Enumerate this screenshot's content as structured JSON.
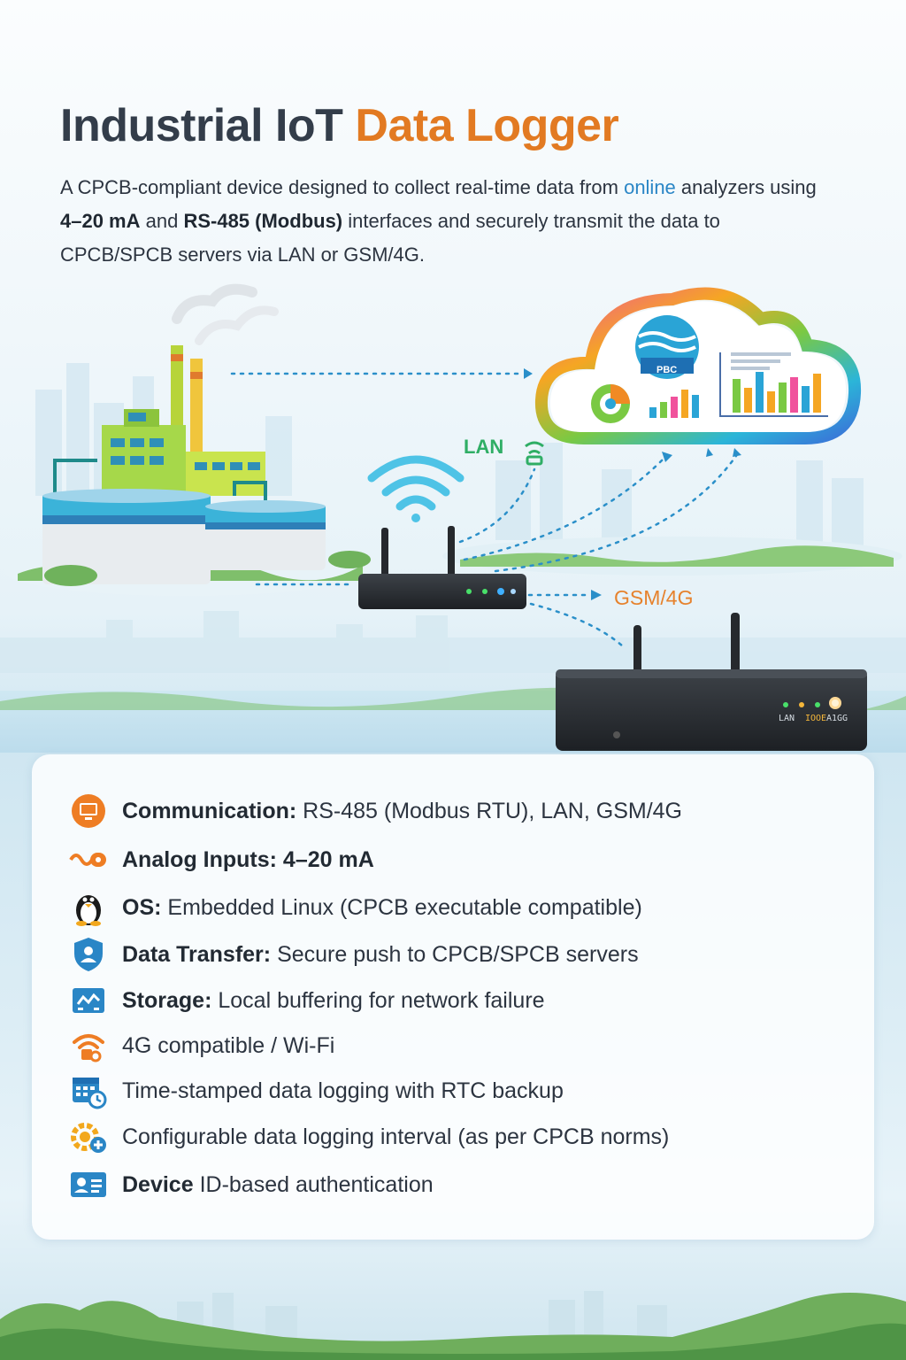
{
  "header": {
    "title_part1": "Industrial IoT",
    "title_part2": "Data Logger",
    "description": {
      "p1": "A CPCB-compliant device designed to collect real-time data from ",
      "link": "online",
      "p2": " analyzers using ",
      "b1": "4–20 mA",
      "p3": " and ",
      "b2": "RS-485 (Modbus)",
      "p4": " interfaces and securely transmit the data to CPCB/SPCB servers via LAN or GSM/4G."
    }
  },
  "diagram": {
    "lan_label": "LAN",
    "gsm_label": "GSM/4G",
    "cloud_badge": "PBC",
    "device_leds": [
      "LAN",
      "IOOE",
      "A1GG"
    ]
  },
  "features": [
    {
      "icon": "monitor-icon",
      "bold": "Communication:",
      "text": "  RS-485 (Modbus RTU), LAN, GSM/4G"
    },
    {
      "icon": "analog-signal-icon",
      "bold": "Analog Inputs:",
      "text": " 4–20 mA"
    },
    {
      "icon": "linux-penguin-icon",
      "bold": "OS:",
      "text": " Embedded Linux (CPCB executable compatible)"
    },
    {
      "icon": "shield-user-icon",
      "bold": "Data Transfer:",
      "text": " Secure push to CPCB/SPCB servers"
    },
    {
      "icon": "storage-icon",
      "bold": "Storage:",
      "text": " Local buffering for network failure"
    },
    {
      "icon": "wifi-lock-icon",
      "bold": "",
      "text": "4G compatible / Wi-Fi"
    },
    {
      "icon": "calendar-clock-icon",
      "bold": "",
      "text": "Time-stamped data logging with RTC backup"
    },
    {
      "icon": "gear-plus-icon",
      "bold": "",
      "text": "Configurable data logging interval (as per CPCB norms)"
    },
    {
      "icon": "id-card-icon",
      "bold": "Device",
      "text": " ID-based authentication"
    }
  ],
  "colors": {
    "title": "#333d4a",
    "accent": "#e27a22",
    "lan": "#2fae65",
    "gsm": "#e6822d",
    "link": "#2a86c6"
  }
}
